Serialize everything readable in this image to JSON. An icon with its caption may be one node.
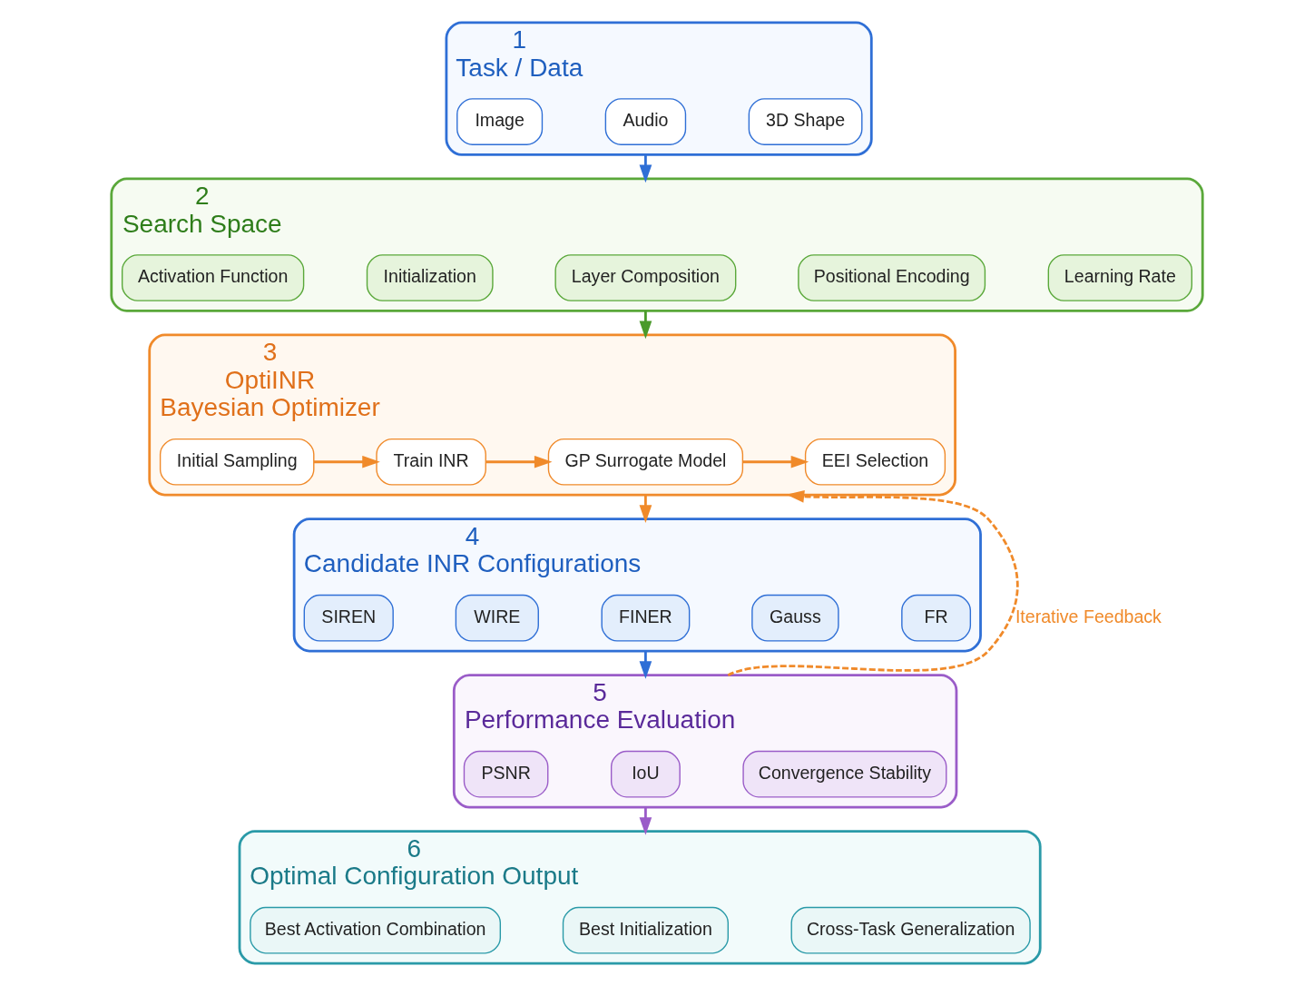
{
  "diagram": {
    "nodes": [
      {
        "text": [
          "1",
          "Task / Data"
        ]
      },
      {
        "text": [
          "Image"
        ],
        "in": 0
      },
      {
        "text": [
          "Audio"
        ],
        "in": 0
      },
      {
        "text": [
          "3D Shape"
        ],
        "in": 0
      },
      {
        "text": [
          "2",
          "Search Space"
        ]
      },
      {
        "text": [
          "Activation Function"
        ],
        "in": 4
      },
      {
        "text": [
          "Initialization"
        ],
        "in": 4
      },
      {
        "text": [
          "Layer Composition"
        ],
        "in": 4
      },
      {
        "text": [
          "Positional Encoding"
        ],
        "in": 4
      },
      {
        "text": [
          "Learning Rate"
        ],
        "in": 4
      },
      {
        "text": [
          "3",
          "OptiINR",
          "Bayesian Optimizer"
        ]
      },
      {
        "text": [
          "Initial Sampling"
        ],
        "in": 10
      },
      {
        "text": [
          "Train INR"
        ],
        "in": 10
      },
      {
        "text": [
          "GP Surrogate Model"
        ],
        "in": 10
      },
      {
        "text": [
          "EEI Selection"
        ],
        "in": 10
      },
      {
        "text": [
          "4",
          "Candidate INR Configurations"
        ]
      },
      {
        "text": [
          "SIREN"
        ],
        "in": 15
      },
      {
        "text": [
          "WIRE"
        ],
        "in": 15
      },
      {
        "text": [
          "FINER"
        ],
        "in": 15
      },
      {
        "text": [
          "Gauss"
        ],
        "in": 15
      },
      {
        "text": [
          "FR"
        ],
        "in": 15
      },
      {
        "text": [
          "5",
          "Performance Evaluation"
        ]
      },
      {
        "text": [
          "PSNR"
        ],
        "in": 21
      },
      {
        "text": [
          "IoU"
        ],
        "in": 21
      },
      {
        "text": [
          "Convergence Stability"
        ],
        "in": 21
      },
      {
        "text": [
          "6",
          "Optimal Configuration Output"
        ]
      },
      {
        "text": [
          "Best Activation Combination"
        ],
        "in": 25
      },
      {
        "text": [
          "Best Initialization"
        ],
        "in": 25
      },
      {
        "text": [
          "Cross-Task Generalization"
        ],
        "in": 25
      }
    ],
    "edges": [
      {
        "from": 0,
        "to": 4,
        "arrow": "to",
        "color": "#2f6fd6"
      },
      {
        "from": 4,
        "to": 10,
        "arrow": "to",
        "color": "#4a9a2a"
      },
      {
        "from": 11,
        "to": 12,
        "arrow": "to"
      },
      {
        "from": 12,
        "to": 13,
        "arrow": "to"
      },
      {
        "from": 13,
        "to": 14,
        "arrow": "to"
      },
      {
        "from": 10,
        "to": 15,
        "arrow": "to"
      },
      {
        "from": 15,
        "to": 21,
        "arrow": "to",
        "color": "#2f6fd6"
      },
      {
        "from": 21,
        "to": 25,
        "arrow": "to",
        "color": "#9a5cc8"
      },
      {
        "from": 21,
        "to": 10,
        "arrow": "to",
        "style": "dashed",
        "color": "#f08a2a",
        "label": "Iterative Feedback"
      }
    ]
  }
}
